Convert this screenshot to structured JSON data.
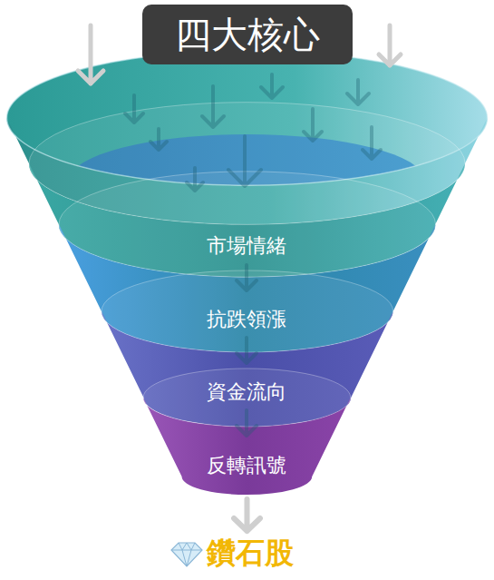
{
  "diagram": {
    "title": "四大核心",
    "nodes": [
      {
        "text": [
          "市場情緒"
        ]
      },
      {
        "text": [
          "抗跌領漲"
        ]
      },
      {
        "text": [
          "資金流向"
        ]
      },
      {
        "text": [
          "反轉訊號"
        ]
      }
    ],
    "labels": [
      "鑽石股"
    ]
  }
}
